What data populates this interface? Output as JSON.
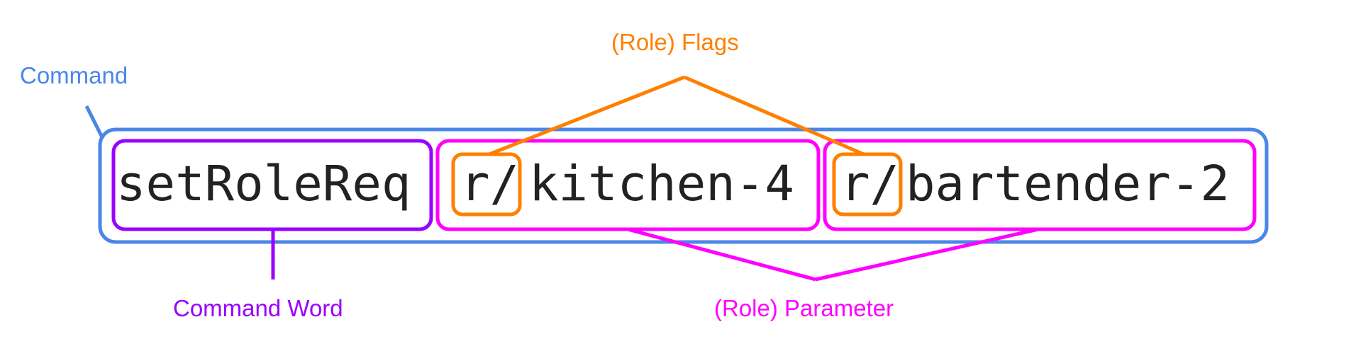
{
  "labels": {
    "command": "Command",
    "flags": "(Role) Flags",
    "command_word": "Command Word",
    "parameter": "(Role) Parameter"
  },
  "code": {
    "command_word": "setRoleReq",
    "flag_1": "r/",
    "value_1": "kitchen-4",
    "flag_2": "r/",
    "value_2": "bartender-2"
  },
  "colors": {
    "command": "#4a86e8",
    "flags": "#ff7f00",
    "command_word": "#9900ff",
    "parameter": "#ff00ff",
    "code_text": "#222222"
  }
}
